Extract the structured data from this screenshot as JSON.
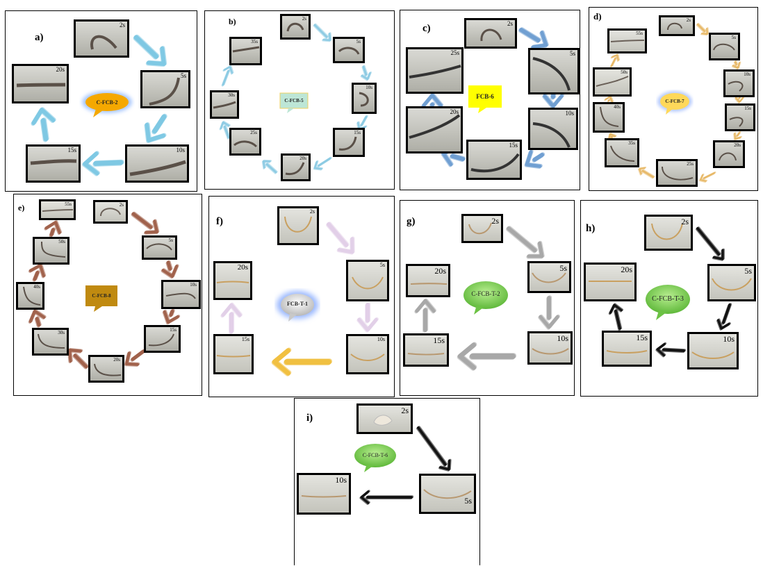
{
  "panels": [
    {
      "label": "a)",
      "sample": "C-FCB-2",
      "times": [
        "2s",
        "5s",
        "10s",
        "15s",
        "20s"
      ]
    },
    {
      "label": "b)",
      "sample": "C-FCB-5",
      "times": [
        "2s",
        "5s",
        "10s",
        "15s",
        "20s",
        "25s",
        "30s",
        "35s"
      ]
    },
    {
      "label": "c)",
      "sample": "FCB-6",
      "times": [
        "2s",
        "5s",
        "10s",
        "15s",
        "20s",
        "25s"
      ]
    },
    {
      "label": "d)",
      "sample": "C-FCB-7",
      "times": [
        "2s",
        "5s",
        "10s",
        "15s",
        "20s",
        "25s",
        "35s",
        "40s",
        "50s",
        "55s"
      ]
    },
    {
      "label": "e)",
      "sample": "C-FCB-8",
      "times": [
        "2s",
        "5s",
        "10s",
        "15s",
        "20s",
        "30s",
        "40s",
        "50s",
        "55s"
      ]
    },
    {
      "label": "f)",
      "sample": "FCB-T-1",
      "times": [
        "2s",
        "5s",
        "10s",
        "15s",
        "20s"
      ]
    },
    {
      "label": "g)",
      "sample": "C-FCB-T-2",
      "times": [
        "2s",
        "5s",
        "10s",
        "15s",
        "20s"
      ]
    },
    {
      "label": "h)",
      "sample": "C-FCB-T-3",
      "times": [
        "2s",
        "5s",
        "10s",
        "15s",
        "20s"
      ]
    },
    {
      "label": "i)",
      "sample": "C-FCB-T-6",
      "times": [
        "2s",
        "5s",
        "10s"
      ]
    }
  ],
  "colors": {
    "a": "#7ec8e3",
    "b": "#8ccbe3",
    "c": "#6f9fd2",
    "d": "#e7b866",
    "e": "#a0604a",
    "f": "#e2cfe8",
    "f_bottom": "#f0c040",
    "g": "#a8a8a8",
    "h": "#111111",
    "i": "#111111",
    "bubble_orange": "#f5a800",
    "bubble_green": "#7fd05a",
    "bubble_yellow": "#ffff00",
    "bubble_paleyellow": "#ffd85a",
    "bubble_brown": "#c08a10",
    "bubble_cyan": "#bde6d6",
    "bubble_grey": "#d8d8d8"
  }
}
